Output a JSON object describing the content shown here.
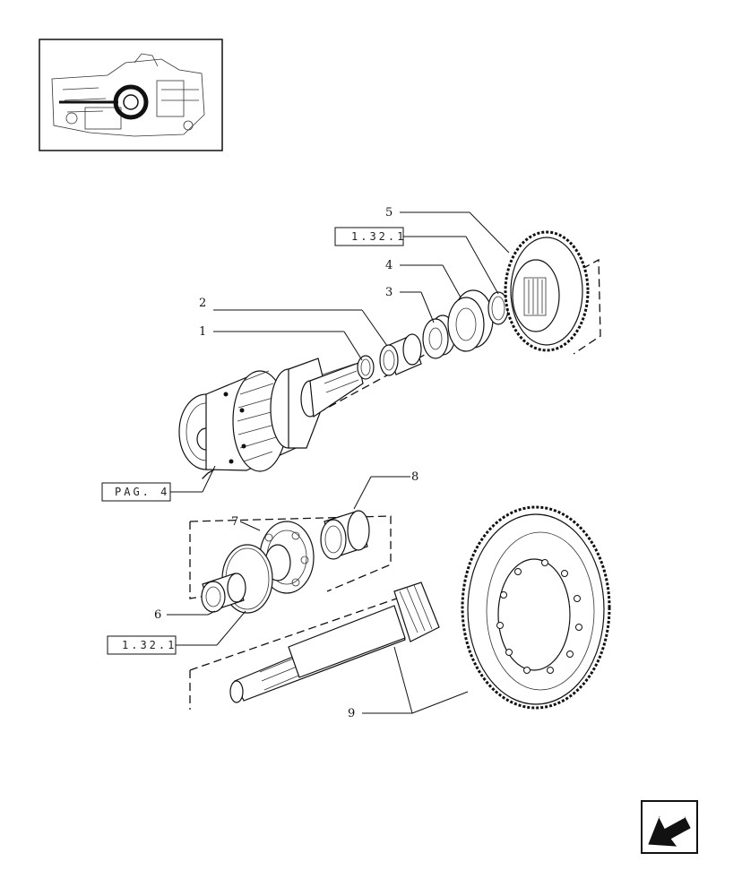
{
  "callouts": [
    "1",
    "2",
    "3",
    "4",
    "5",
    "6",
    "7",
    "8",
    "9"
  ],
  "references": {
    "ref_top": "1.32.1",
    "ref_page": "PAG. 4",
    "ref_bottom": "1.32.1"
  },
  "icons": {
    "thumbnail": "tractor-locator-thumbnail",
    "nav": "return-arrow-icon"
  },
  "colors": {
    "line": "#111111",
    "background": "#ffffff"
  }
}
